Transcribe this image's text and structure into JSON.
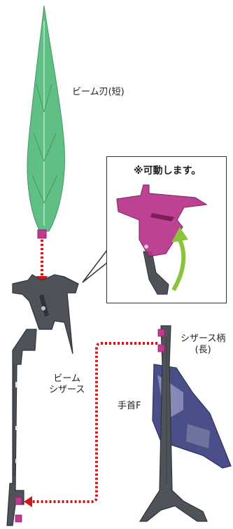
{
  "labels": {
    "beam_blade_short": "ビーム刃(短)",
    "movable_note": "※可動します。",
    "beam_scissors_line1": "ビーム",
    "beam_scissors_line2": "シザース",
    "scissors_handle_long_line1": "シザース柄",
    "scissors_handle_long_line2": "(長)",
    "wrist_f": "手首F"
  },
  "colors": {
    "beam_green": "#5fbf84",
    "part_gray": "#4e535a",
    "part_dark": "#2f3338",
    "magenta": "#c23a8f",
    "arrow_red": "#d01818",
    "rotate_arrow_green": "#8bc33a",
    "hand_blue": "#4a4f8a"
  }
}
